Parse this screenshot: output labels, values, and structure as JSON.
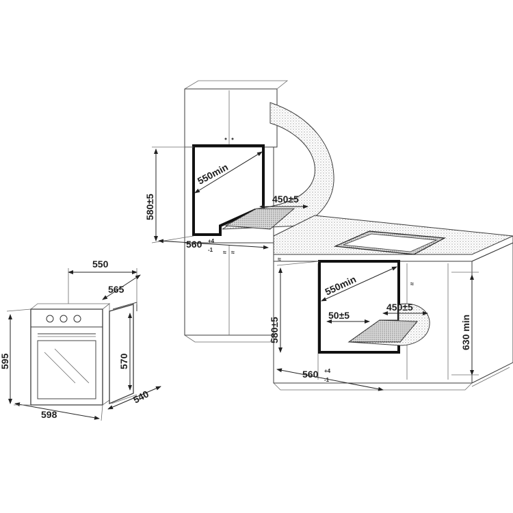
{
  "oven_front": {
    "width": "598",
    "height": "595"
  },
  "oven_side": {
    "top_depth": "550",
    "body_depth": "565",
    "body_height": "570",
    "base_depth": "540"
  },
  "wall_installation": {
    "niche_depth": "550min",
    "niche_height": "580±5",
    "vent_depth": "450±5",
    "niche_width": "560",
    "width_tol_plus": "+4",
    "width_tol_minus": "-1"
  },
  "under_counter_installation": {
    "niche_depth": "550min",
    "niche_height": "580±5",
    "vent_depth": "450±5",
    "vent_gap": "50±5",
    "niche_width": "560",
    "width_tol_plus": "+4",
    "width_tol_minus": "-1",
    "counter_height": "630 min"
  }
}
